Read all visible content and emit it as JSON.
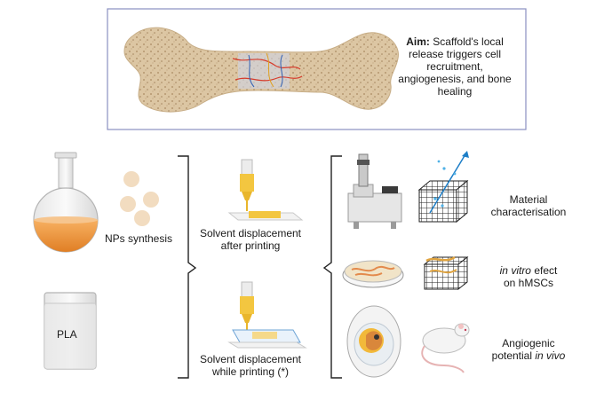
{
  "aim": {
    "label": "Aim:",
    "text": "Scaffold's local release triggers cell recruitment, angiogenesis, and bone healing"
  },
  "materials": {
    "nps_label": "NPs synthesis",
    "pla_label": "PLA"
  },
  "printing": {
    "after_line1": "Solvent displacement",
    "after_line2": "after printing",
    "while_line1": "Solvent displacement",
    "while_line2": "while printing (*)"
  },
  "outcomes": {
    "material_line1": "Material",
    "material_line2": "characterisation",
    "invitro_italic": "in vitro",
    "invitro_rest": " efect",
    "invitro_line2": "on hMSCs",
    "invivo_line1": "Angiogenic",
    "invivo_line2_plain": "potential ",
    "invivo_line2_italic": "in vivo"
  },
  "colors": {
    "aim_border": "#8a8fc0",
    "bone": "#d9c3a0",
    "liquid_orange": "#f19a3e",
    "nozzle_yellow": "#f3c640",
    "bracket": "#222222"
  }
}
